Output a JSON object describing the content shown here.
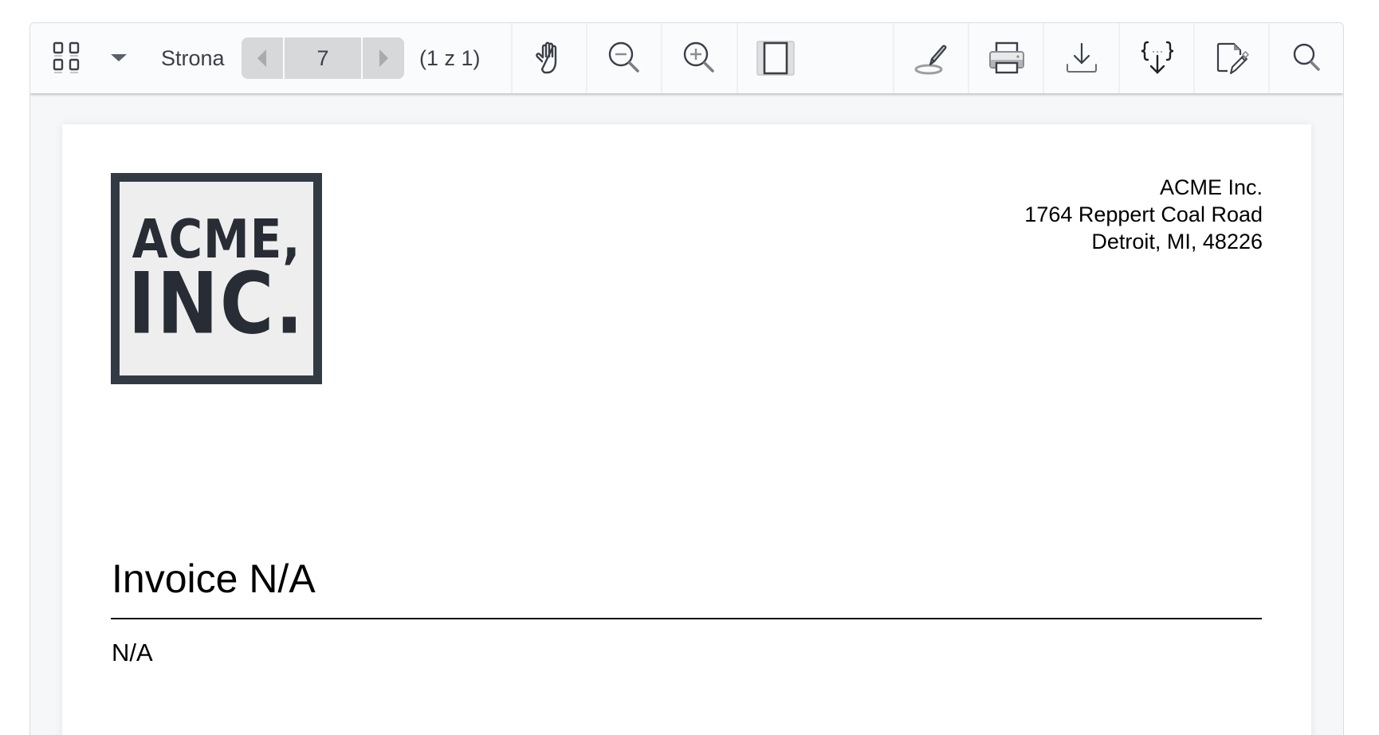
{
  "toolbar": {
    "thumbnails_icon": "grid-icon",
    "menu_icon": "caret-down-icon",
    "page_label": "Strona",
    "prev_icon": "triangle-left-icon",
    "current_page": "7",
    "next_icon": "triangle-right-icon",
    "page_count": "(1 z 1)",
    "tools": [
      {
        "name": "pan",
        "icon": "hand-icon"
      },
      {
        "name": "zoom-out",
        "icon": "zoom-out-icon"
      },
      {
        "name": "zoom-in",
        "icon": "zoom-in-icon"
      },
      {
        "name": "fit-page",
        "icon": "fit-page-icon",
        "active": true
      }
    ],
    "actions": [
      {
        "name": "sign",
        "icon": "signature-pen-icon"
      },
      {
        "name": "print",
        "icon": "printer-icon"
      },
      {
        "name": "download",
        "icon": "download-icon"
      },
      {
        "name": "export-data",
        "icon": "export-json-icon"
      },
      {
        "name": "edit",
        "icon": "document-edit-icon"
      },
      {
        "name": "search",
        "icon": "search-icon"
      }
    ]
  },
  "document": {
    "logo": {
      "line1": "ACME,",
      "line2": "INC."
    },
    "company": {
      "name": "ACME Inc.",
      "street": "1764 Reppert Coal Road",
      "city": "Detroit, MI, 48226"
    },
    "title": "Invoice N/A",
    "subtitle": "N/A"
  },
  "colors": {
    "toolbar_bg": "#fafbfd",
    "icon": "#3b3f48",
    "pager_bg": "#d7d8da",
    "logo_dark": "#343a44"
  }
}
